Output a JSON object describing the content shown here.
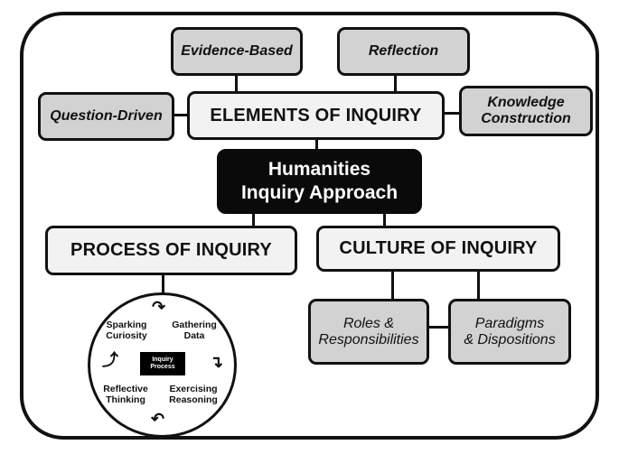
{
  "diagram": {
    "core": {
      "line1": "Humanities",
      "line2": "Inquiry Approach"
    },
    "elements": {
      "title": "ELEMENTS OF INQUIRY",
      "evidence": "Evidence-Based",
      "reflection": "Reflection",
      "question": "Question-Driven",
      "knowledge_line1": "Knowledge",
      "knowledge_line2": "Construction"
    },
    "process": {
      "title": "PROCESS OF INQUIRY",
      "cycle": {
        "center_line1": "Inquiry",
        "center_line2": "Process",
        "sparking_line1": "Sparking",
        "sparking_line2": "Curiosity",
        "gathering_line1": "Gathering",
        "gathering_line2": "Data",
        "reflective_line1": "Reflective",
        "reflective_line2": "Thinking",
        "exercising_line1": "Exercising",
        "exercising_line2": "Reasoning"
      }
    },
    "culture": {
      "title": "CULTURE OF INQUIRY",
      "roles_line1": "Roles &",
      "roles_line2": "Responsibilities",
      "paradigms_line1": "Paradigms",
      "paradigms_line2": "& Dispositions"
    }
  }
}
